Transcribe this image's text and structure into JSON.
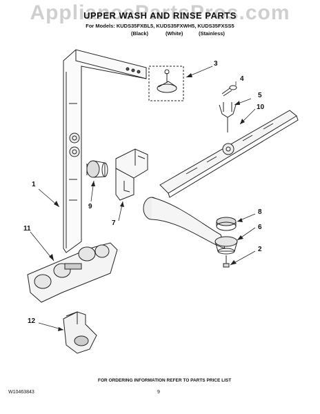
{
  "watermark": "AppliancePartsPros.com",
  "header": {
    "title": "UPPER WASH AND RINSE PARTS",
    "models": "For Models: KUDS35FXBL5, KUDS35FXWH5, KUDS35FXSS5",
    "color_black": "(Black)",
    "color_white": "(White)",
    "color_stainless": "(Stainless)"
  },
  "callouts": {
    "c1": "1",
    "c2": "2",
    "c3": "3",
    "c4": "4",
    "c5": "5",
    "c6": "6",
    "c7": "7",
    "c8": "8",
    "c9": "9",
    "c10": "10",
    "c11": "11",
    "c12": "12"
  },
  "footer": {
    "ordering_info": "FOR ORDERING INFORMATION REFER TO PARTS PRICE LIST",
    "document_number": "W10463843",
    "page_number": "9"
  }
}
